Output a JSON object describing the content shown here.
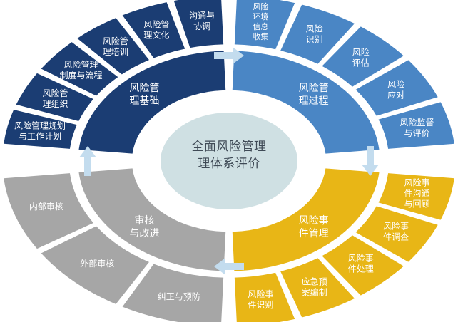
{
  "diagram": {
    "title_center": [
      "全面风险管理",
      "理体系评价"
    ],
    "center_text_full": "全面风险管理理体系评价",
    "center_fill": "#cfe0e3",
    "center_text_color": "#3f4a56",
    "background": "#ffffff",
    "quadrants": [
      {
        "id": "risk-management-foundation",
        "color": "#1b3d73",
        "inner_label": [
          "风险管",
          "理基础"
        ],
        "inner_label_full": "风险管理基础",
        "outer_segments": [
          {
            "id": "risk-management-planning",
            "lines": [
              "风险管理规划",
              "与工作计划"
            ],
            "text": "风险管理规划与工作计划"
          },
          {
            "id": "risk-management-organization",
            "lines": [
              "风险管",
              "理组织"
            ],
            "text": "风险管理组织"
          },
          {
            "id": "risk-management-system-process",
            "lines": [
              "风险管理",
              "制度与流程"
            ],
            "text": "风险管理制度与流程"
          },
          {
            "id": "risk-management-training",
            "lines": [
              "风险管",
              "理培训"
            ],
            "text": "风险管理培训"
          },
          {
            "id": "risk-management-culture",
            "lines": [
              "风险管",
              "理文化"
            ],
            "text": "风险管理文化"
          },
          {
            "id": "communication-coordination",
            "lines": [
              "沟通与",
              "协调"
            ],
            "text": "沟通与协调"
          }
        ]
      },
      {
        "id": "risk-management-process",
        "color": "#4a86c5",
        "inner_label": [
          "风险管",
          "理过程"
        ],
        "inner_label_full": "风险管理过程",
        "outer_segments": [
          {
            "id": "risk-environment-info-collection",
            "lines": [
              "风险",
              "环境",
              "信息",
              "收集"
            ],
            "text": "风险环境信息收集"
          },
          {
            "id": "risk-identification",
            "lines": [
              "风险",
              "识别"
            ],
            "text": "风险识别"
          },
          {
            "id": "risk-assessment",
            "lines": [
              "风险",
              "评估"
            ],
            "text": "风险评估"
          },
          {
            "id": "risk-response",
            "lines": [
              "风险",
              "应对"
            ],
            "text": "风险应对"
          },
          {
            "id": "risk-supervision-evaluation",
            "lines": [
              "风险监督",
              "与评价"
            ],
            "text": "风险监督与评价"
          }
        ]
      },
      {
        "id": "risk-event-management",
        "color": "#e8b616",
        "inner_label": [
          "风险事",
          "件管理"
        ],
        "inner_label_full": "风险事件管理",
        "outer_segments": [
          {
            "id": "risk-event-identification",
            "lines": [
              "风险事",
              "件识别"
            ],
            "text": "风险事件识别"
          },
          {
            "id": "emergency-plan-preparation",
            "lines": [
              "应急预",
              "案编制"
            ],
            "text": "应急预案编制"
          },
          {
            "id": "risk-event-handling",
            "lines": [
              "风险事",
              "件处理"
            ],
            "text": "风险事件处理"
          },
          {
            "id": "risk-event-investigation",
            "lines": [
              "风险事",
              "件调查"
            ],
            "text": "风险事件调查"
          },
          {
            "id": "risk-event-communication-review",
            "lines": [
              "风险事",
              "件沟通",
              "与回顾"
            ],
            "text": "风险事件沟通与回顾"
          }
        ]
      },
      {
        "id": "audit-and-improvement",
        "color": "#a6a6a6",
        "inner_label": [
          "审核",
          "与改进"
        ],
        "inner_label_full": "审核与改进",
        "outer_segments": [
          {
            "id": "internal-audit",
            "lines": [
              "内部审核"
            ],
            "text": "内部审核"
          },
          {
            "id": "external-audit",
            "lines": [
              "外部审核"
            ],
            "text": "外部审核"
          },
          {
            "id": "correction-and-prevention",
            "lines": [
              "纠正与预防"
            ],
            "text": "纠正与预防"
          }
        ]
      }
    ],
    "arrows": [
      {
        "id": "arrow-foundation-to-process",
        "direction": "right",
        "color": "#c3dcee"
      },
      {
        "id": "arrow-process-to-event",
        "direction": "down",
        "color": "#c3dcee"
      },
      {
        "id": "arrow-event-to-audit",
        "direction": "left",
        "color": "#c3dcee"
      },
      {
        "id": "arrow-audit-to-foundation",
        "direction": "up",
        "color": "#c3dcee"
      }
    ]
  }
}
